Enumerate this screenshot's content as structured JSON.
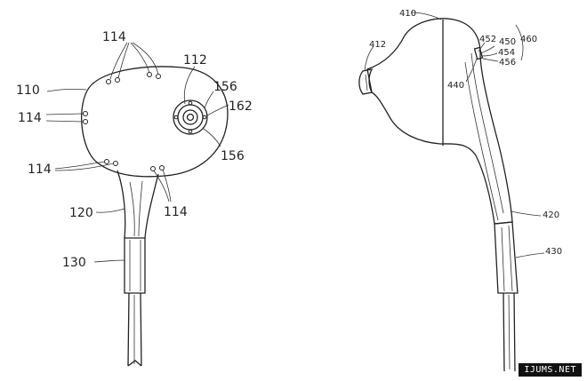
{
  "figure_left": {
    "labels": {
      "l114_top": "114",
      "l110": "110",
      "l114_left": "114",
      "l114_bottom_left": "114",
      "l114_bottom_right": "114",
      "l112": "112",
      "l156_top": "156",
      "l162": "162",
      "l156_bottom": "156",
      "l120": "120",
      "l130": "130"
    }
  },
  "figure_right": {
    "labels": {
      "l410": "410",
      "l412": "412",
      "l452": "452",
      "l450": "450",
      "l454": "454",
      "l456": "456",
      "l460": "460",
      "l440": "440",
      "l420": "420",
      "l430": "430"
    }
  },
  "watermark": "IJUMS.NET"
}
